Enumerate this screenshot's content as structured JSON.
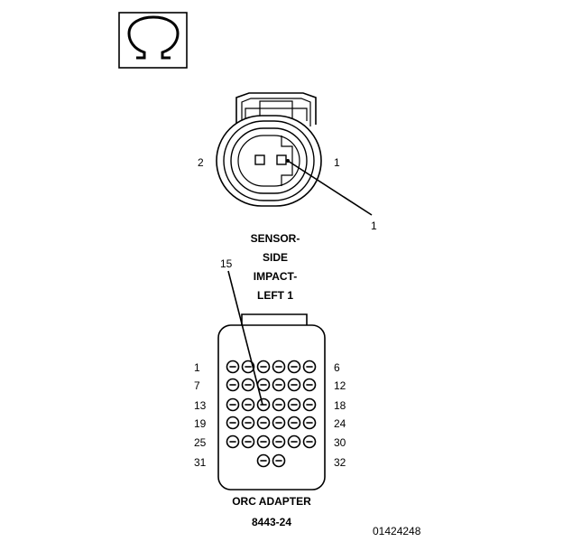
{
  "ohm_symbol": "Ω",
  "sensor_connector": {
    "pin_left_label": "2",
    "pin_right_label": "1",
    "callout_label": "1",
    "name_lines": [
      "SENSOR-",
      "SIDE",
      "IMPACT-",
      "LEFT 1"
    ]
  },
  "orc_adapter": {
    "callout_label": "15",
    "row_left_labels": [
      "1",
      "7",
      "13",
      "19",
      "25",
      "31"
    ],
    "row_right_labels": [
      "6",
      "12",
      "18",
      "24",
      "30",
      "32"
    ],
    "name": "ORC ADAPTER",
    "part_number": "8443-24"
  },
  "figure_id": "01424248",
  "colors": {
    "ink": "#000000",
    "paper": "#ffffff"
  }
}
